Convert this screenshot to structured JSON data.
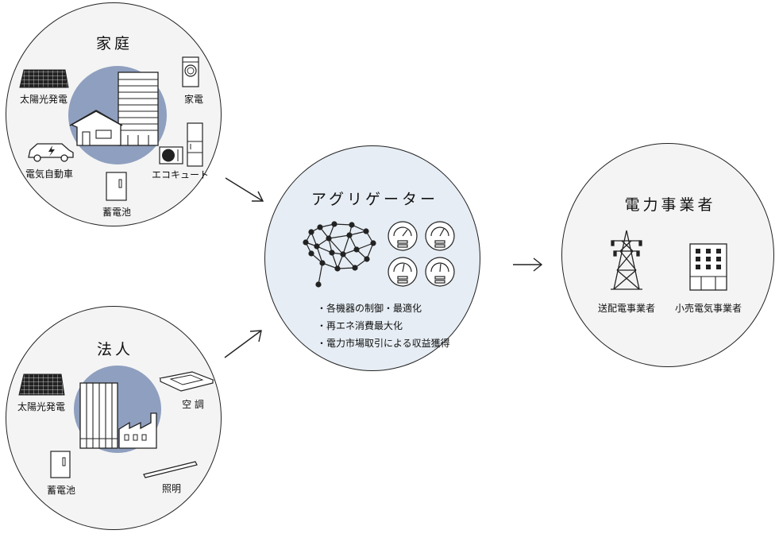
{
  "home": {
    "title": "家庭",
    "solar": "太陽光発電",
    "appliance": "家電",
    "ev": "電気自動車",
    "ecocute": "エコキュート",
    "battery": "蓄電池"
  },
  "corporate": {
    "title": "法人",
    "solar": "太陽光発電",
    "aircon": "空 調",
    "battery": "蓄電池",
    "lighting": "照明"
  },
  "aggregator": {
    "title": "アグリゲーター",
    "bullets": [
      "・各機器の制御・最適化",
      "・再エネ消費最大化",
      "・電力市場取引による収益獲得"
    ]
  },
  "utility": {
    "title": "電力事業者",
    "transmission": "送配電事業者",
    "retail": "小売電気事業者"
  },
  "colors": {
    "accent_blue": "#8f9fbf",
    "aggregator_fill": "#e6edf4",
    "circle_fill": "#f4f4f4"
  }
}
